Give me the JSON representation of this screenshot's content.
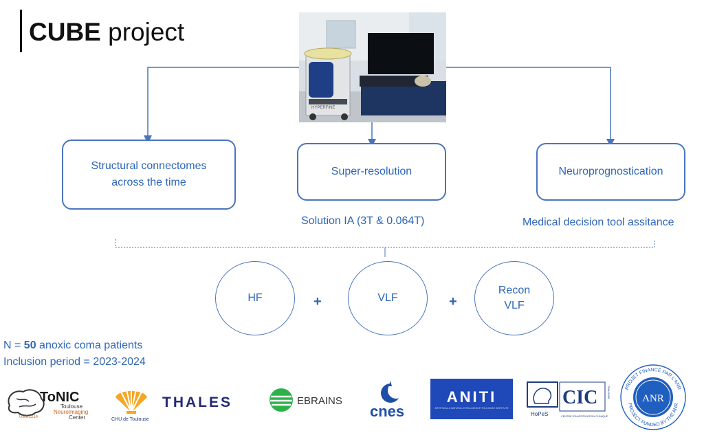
{
  "title": {
    "bold": "CUBE",
    "rest": " project"
  },
  "photo": {
    "label": "HYPERFINE"
  },
  "boxes": {
    "connectomes": "Structural connectomes across the time",
    "superres": "Super-resolution",
    "neuro": "Neuroprognostication"
  },
  "captions": {
    "superres": "Solution IA (3T & 0.064T)",
    "neuro": "Medical decision tool assitance"
  },
  "circles": {
    "hf": "HF",
    "vlf": "VLF",
    "recon": "Recon VLF"
  },
  "plus": "+",
  "stats": {
    "n_prefix": "N = ",
    "n_value": "50",
    "n_suffix": " anoxic coma patients",
    "inclusion": "Inclusion period = 2023-2024"
  },
  "logos": {
    "tonic": {
      "name": "ToNIC",
      "line1": "Toulouse",
      "line2": "NeuroImaging",
      "line3": "Center",
      "umr": "UMR1214"
    },
    "chu": "CHU de Toulouse",
    "thales": "THALES",
    "ebrains": "EBRAINS",
    "cnes": "cnes",
    "aniti": {
      "name": "ANITI",
      "sub": "ARTIFICIAL & NATURAL INTELLIGENCE TOULOUSE INSTITUTE"
    },
    "hopes": {
      "name": "HoPeS",
      "cic": "CIC",
      "cic_sub": "CENTRE D'INVESTIGATION CLINIQUE",
      "city": "TOULOUSE"
    },
    "anr": {
      "name": "ANR",
      "ring_top": "PROJET FINANCÉ PAR L'ANR",
      "ring_bottom": "PROJECT FUNDED BY THE ANR"
    }
  },
  "colors": {
    "accent": "#2d66b8",
    "line": "#4a74bd",
    "aniti": "#1f49b8"
  }
}
